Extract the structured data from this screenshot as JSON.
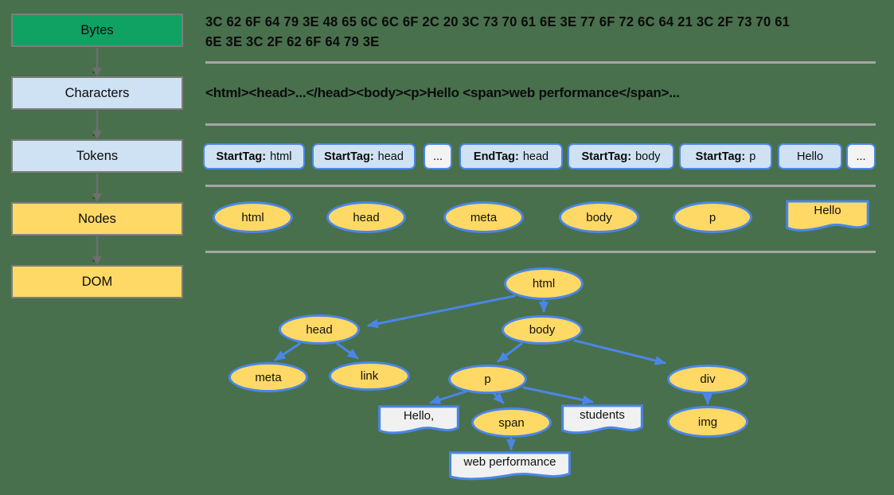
{
  "pipeline": {
    "stages": [
      {
        "label": "Bytes",
        "variant": "green"
      },
      {
        "label": "Characters",
        "variant": "blue"
      },
      {
        "label": "Tokens",
        "variant": "blue"
      },
      {
        "label": "Nodes",
        "variant": "yellow"
      },
      {
        "label": "DOM",
        "variant": "yellow"
      }
    ]
  },
  "bytes_row": {
    "line1": "3C 62 6F 64 79 3E 48 65 6C 6C 6F 2C 20 3C 73 70 61 6E 3E 77 6F 72 6C 64 21 3C 2F 73 70 61",
    "line2": "6E 3E 3C 2F 62 6F 64 79 3E"
  },
  "characters_row": {
    "text": "<html><head>...</head><body><p>Hello <span>web performance</span>..."
  },
  "tokens_row": {
    "items": [
      {
        "bold": "StartTag:",
        "text": "html",
        "variant": "blue"
      },
      {
        "bold": "StartTag:",
        "text": "head",
        "variant": "blue"
      },
      {
        "bold": "",
        "text": "...",
        "variant": "white"
      },
      {
        "bold": "EndTag:",
        "text": "head",
        "variant": "blue"
      },
      {
        "bold": "StartTag:",
        "text": "body",
        "variant": "blue"
      },
      {
        "bold": "StartTag:",
        "text": "p",
        "variant": "blue"
      },
      {
        "bold": "",
        "text": "Hello",
        "variant": "blue"
      },
      {
        "bold": "",
        "text": "...",
        "variant": "white"
      }
    ]
  },
  "nodes_row": {
    "items": [
      {
        "label": "html",
        "shape": "ellipse"
      },
      {
        "label": "head",
        "shape": "ellipse"
      },
      {
        "label": "meta",
        "shape": "ellipse"
      },
      {
        "label": "body",
        "shape": "ellipse"
      },
      {
        "label": "p",
        "shape": "ellipse"
      },
      {
        "label": "Hello",
        "shape": "text-node"
      }
    ]
  },
  "dom_tree": {
    "nodes": [
      {
        "id": "html",
        "label": "html",
        "shape": "ellipse"
      },
      {
        "id": "head",
        "label": "head",
        "shape": "ellipse"
      },
      {
        "id": "body",
        "label": "body",
        "shape": "ellipse"
      },
      {
        "id": "meta",
        "label": "meta",
        "shape": "ellipse"
      },
      {
        "id": "link",
        "label": "link",
        "shape": "ellipse"
      },
      {
        "id": "p",
        "label": "p",
        "shape": "ellipse"
      },
      {
        "id": "div",
        "label": "div",
        "shape": "ellipse"
      },
      {
        "id": "hello",
        "label": "Hello,",
        "shape": "text-node"
      },
      {
        "id": "span",
        "label": "span",
        "shape": "ellipse"
      },
      {
        "id": "students",
        "label": "students",
        "shape": "text-node"
      },
      {
        "id": "img",
        "label": "img",
        "shape": "ellipse"
      },
      {
        "id": "webperf",
        "label": "web performance",
        "shape": "text-node"
      }
    ],
    "edges": [
      "html->head",
      "html->body",
      "head->meta",
      "head->link",
      "body->p",
      "body->div",
      "p->hello",
      "p->span",
      "p->students",
      "span->webperf",
      "div->img"
    ]
  },
  "colors": {
    "background": "#48704C",
    "stage_green": "#10A263",
    "stage_blue": "#CFE2F3",
    "stage_yellow": "#FFD966",
    "node_border_blue": "#4A86E8",
    "node_fill_yellow": "#FFD966",
    "text_node_fill": "#F1F1F1",
    "separator_gray": "#A6A6A6",
    "flow_arrow_gray": "#6E6E6E"
  }
}
